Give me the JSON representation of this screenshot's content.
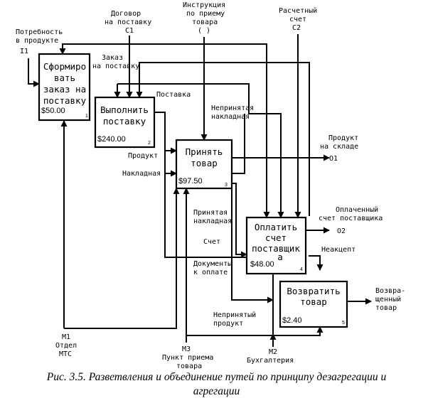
{
  "blocks": [
    {
      "id": "A1",
      "title": [
        "Сформиро",
        "вать",
        "заказ на",
        "поставку"
      ],
      "cost": "$50.00",
      "num": "1"
    },
    {
      "id": "A2",
      "title": [
        "Выполнить",
        "поставку"
      ],
      "cost": "$240.00",
      "num": "2"
    },
    {
      "id": "A3",
      "title": [
        "Принять",
        "товар"
      ],
      "cost": "$97.50",
      "num": "3"
    },
    {
      "id": "A4",
      "title": [
        "Оплатить",
        "счет",
        "поставщик",
        "а"
      ],
      "cost": "$48.00",
      "num": "4"
    },
    {
      "id": "A5",
      "title": [
        "Возвратить",
        "товар"
      ],
      "cost": "$2.40",
      "num": "5"
    }
  ],
  "labels": {
    "i1": [
      "Потребность",
      "в продукте",
      "I1"
    ],
    "c1": [
      "Договор",
      "на поставку",
      "C1"
    ],
    "c_instr": [
      "Инструкция",
      "по приему",
      "товара",
      "( )"
    ],
    "c2": [
      "Расчетный",
      "счет",
      "C2"
    ],
    "order": [
      "Заказ",
      "на поставку"
    ],
    "supply": [
      "Поставка"
    ],
    "rejected_invoice": [
      "Непринятая",
      "накладная"
    ],
    "product_in": [
      "Продукт"
    ],
    "invoice_in": [
      "Накладная"
    ],
    "o1": [
      "Продукт",
      "на складе",
      "O1"
    ],
    "accepted_invoice": [
      "Принятая",
      "накладная"
    ],
    "invoice_doc": [
      "Счет"
    ],
    "payment_docs": [
      "Документы",
      "к оплате"
    ],
    "o2": [
      "Оплаченный",
      "счет поставщика",
      "O2"
    ],
    "non_accept": [
      "Неакцепт"
    ],
    "returned": [
      "Возвра-",
      "щенный",
      "товар"
    ],
    "rejected_product": [
      "Непринятый",
      "продукт"
    ],
    "m1": [
      "M1",
      "Отдел",
      "MTC"
    ],
    "m3": [
      "M3",
      "Пункт приема",
      "товара"
    ],
    "m2": [
      "M2",
      "Бухгалтерия"
    ]
  },
  "caption": [
    "Рис. 3.5. Разветвления и объединение путей по принципу дезагрегации и",
    "агрегации"
  ]
}
